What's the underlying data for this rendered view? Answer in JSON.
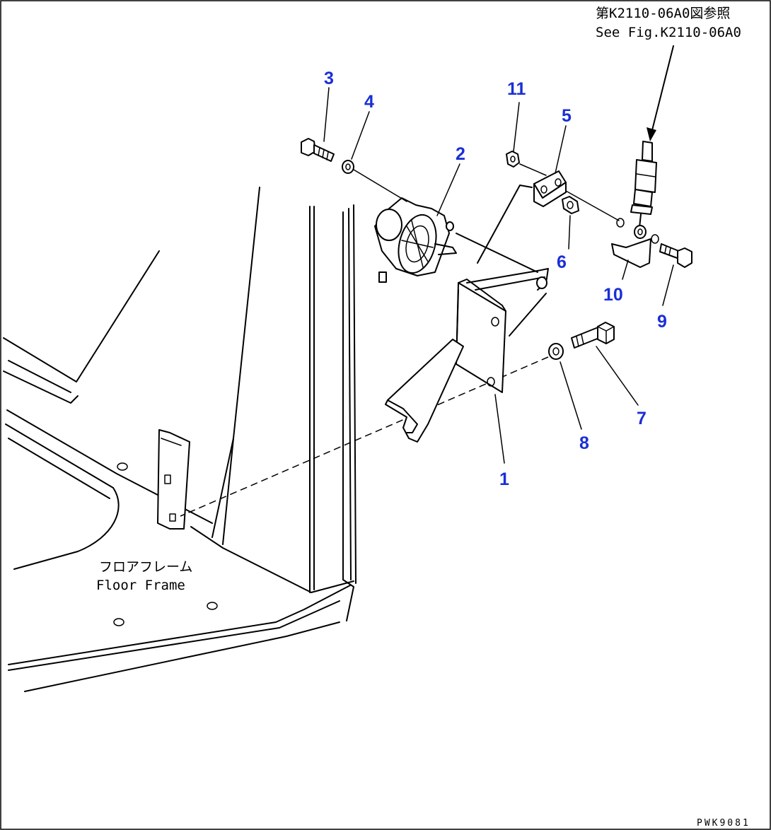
{
  "reference_note": {
    "japanese": "第K2110-06A0図参照",
    "english": "See Fig.K2110-06A0"
  },
  "floor_frame_label": {
    "japanese": "フロアフレーム",
    "english": "Floor Frame"
  },
  "drawing_code": "PWK9081",
  "colors": {
    "part_number": "#1a2fd6",
    "line": "#000000",
    "background": "#ffffff"
  },
  "part_numbers": [
    "1",
    "2",
    "3",
    "4",
    "5",
    "6",
    "7",
    "8",
    "9",
    "10",
    "11"
  ]
}
